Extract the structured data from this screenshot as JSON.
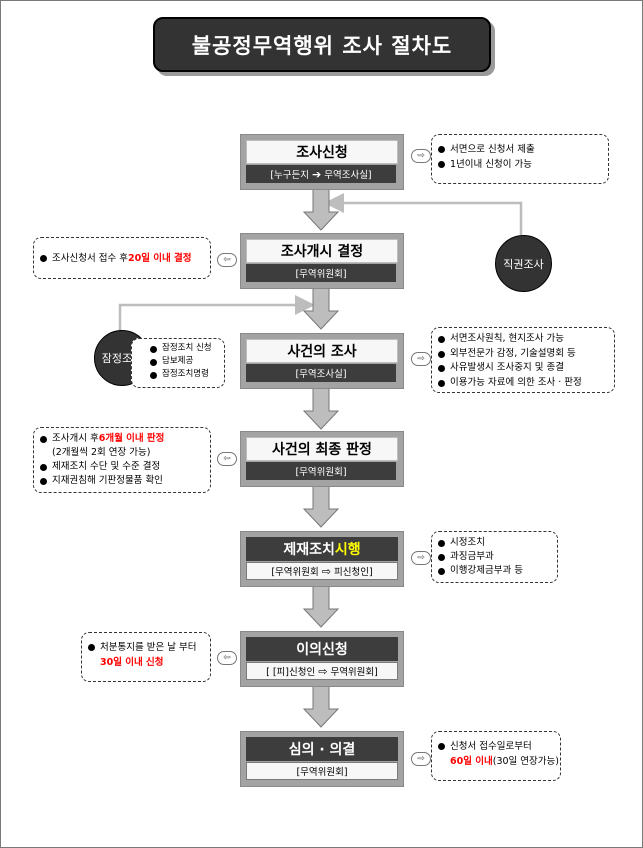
{
  "title": "불공정무역행위 조사 절차도",
  "steps": [
    {
      "title": "조사신청",
      "sub_left": "[누구든지",
      "sub_right": "무역조사실]"
    },
    {
      "title": "조사개시 결정",
      "sub": "[무역위원회]"
    },
    {
      "title": "사건의 조사",
      "sub": "[무역조사실]"
    },
    {
      "title": "사건의 최종 판정",
      "sub": "[무역위원회]"
    },
    {
      "title_a": "제재조치",
      "title_b": "시행",
      "sub_left": "[무역위원회",
      "sub_right": "피신청인]"
    },
    {
      "title": "이의신청",
      "sub_left": "[ [피]신청인",
      "sub_right": "무역위원회]"
    },
    {
      "title": "심의 · 의결",
      "sub": "[무역위원회]"
    }
  ],
  "side_circles": {
    "direct": "직권조사",
    "provisional": "잠정조치"
  },
  "notes": {
    "n1": [
      "서면으로 신청서 제출",
      "1년이내 신청이 가능"
    ],
    "n2": {
      "a": "조사신청서 접수 후 ",
      "b": "20일 이내 결정"
    },
    "n3": [
      "잠정조치 신청",
      "담보제공",
      "잠정조치명령"
    ],
    "n4": [
      "서면조사원칙, 현지조사 가능",
      "외부전문가 감정, 기술설명회 등",
      "사유발생시 조사중지 및 종결",
      "이용가능 자료에 의한 조사 · 판정"
    ],
    "n5": {
      "a": "조사개시 후 ",
      "b": "6개월 이내 판정",
      "c": "(2개월씩 2회 연장 가능)",
      "d": "제재조치 수단 및 수준 결정",
      "e": "지재권침해 기판정물품 확인"
    },
    "n6": [
      "시정조치",
      "과징금부과",
      "이행강제금부과 등"
    ],
    "n7": {
      "a": "처분통지를 받은 날 부터",
      "b": "30일 이내 신청"
    },
    "n8": {
      "a": "신청서 접수일로부터",
      "b": "60일 이내",
      "c": "(30일 연장가능)"
    }
  }
}
